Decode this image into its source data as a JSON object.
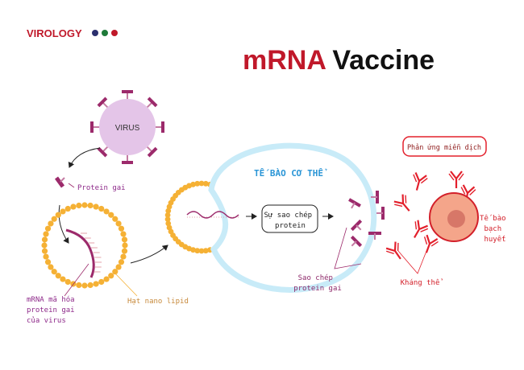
{
  "brand": {
    "name": "VIROLOGY",
    "dot_colors": [
      "#2b2f6e",
      "#1f7a3a",
      "#c0182a"
    ]
  },
  "title": {
    "part1": "mRNA",
    "part2": "Vaccine"
  },
  "labels": {
    "virus": "VIRUS",
    "spike_protein": "Protein gai",
    "mrna_lines": [
      "mRNA mã hóa",
      "protein gai",
      "của virus"
    ],
    "lipid": "Hạt nano lipid",
    "body_cell": "TẾ BÀO CƠ THỂ",
    "replication_lines": [
      "Sự sao chép",
      "protein"
    ],
    "spike_copy_lines": [
      "Sao chép",
      "protein gai"
    ],
    "immune_response": "Phản ứng miễn dịch",
    "lymphocyte_lines": [
      "Tế bào",
      "bạch",
      "huyết"
    ],
    "antibody": "Kháng thể"
  },
  "colors": {
    "red": "#c0182a",
    "purple": "#9c2a6b",
    "orange": "#f5b135",
    "cell_blue": "#c8ebf8",
    "blue_text": "#2a95d6",
    "antibody_red": "#e3202c"
  }
}
